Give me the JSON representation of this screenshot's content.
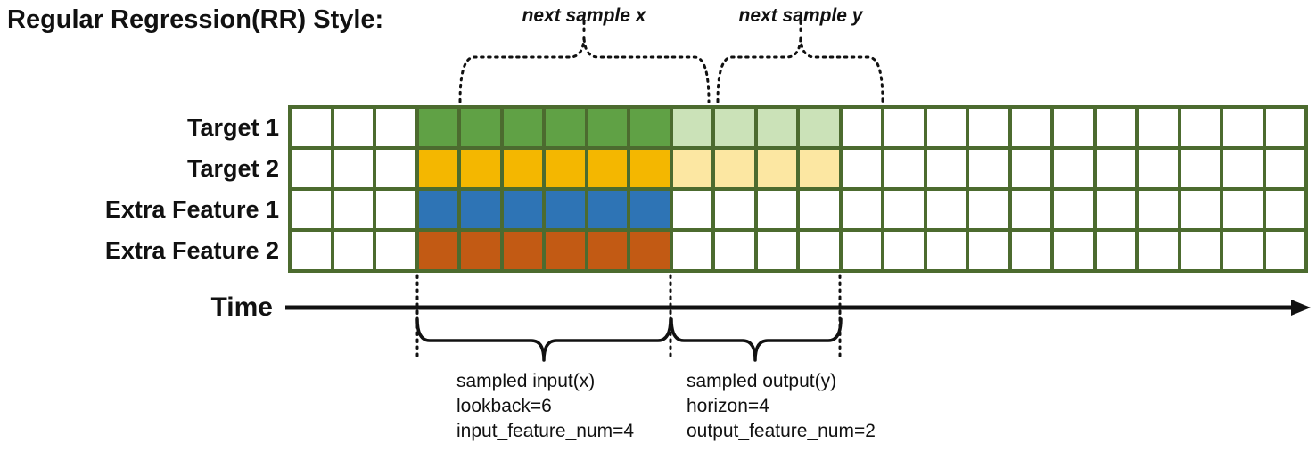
{
  "title": "Regular Regression(RR) Style:",
  "annotations": {
    "next_sample_x": "next sample x",
    "next_sample_y": "next sample y",
    "input_lines": [
      "sampled input(x)",
      "lookback=6",
      "input_feature_num=4"
    ],
    "output_lines": [
      "sampled output(y)",
      "horizon=4",
      "output_feature_num=2"
    ]
  },
  "time_axis": {
    "label": "Time"
  },
  "grid": {
    "columns": 24,
    "border_color": "#4c6b2f",
    "empty_color": "#ffffff",
    "input_columns": [
      3,
      8
    ],
    "output_columns": [
      9,
      12
    ],
    "rows": [
      {
        "label": "Target 1",
        "input_color": "#60a145",
        "output_color": "#cbe2b8",
        "has_output": true
      },
      {
        "label": "Target 2",
        "input_color": "#f4b700",
        "output_color": "#fce7a2",
        "has_output": true
      },
      {
        "label": "Extra Feature 1",
        "input_color": "#2e74b5",
        "output_color": null,
        "has_output": false
      },
      {
        "label": "Extra Feature 2",
        "input_color": "#c25a14",
        "output_color": null,
        "has_output": false
      }
    ]
  }
}
